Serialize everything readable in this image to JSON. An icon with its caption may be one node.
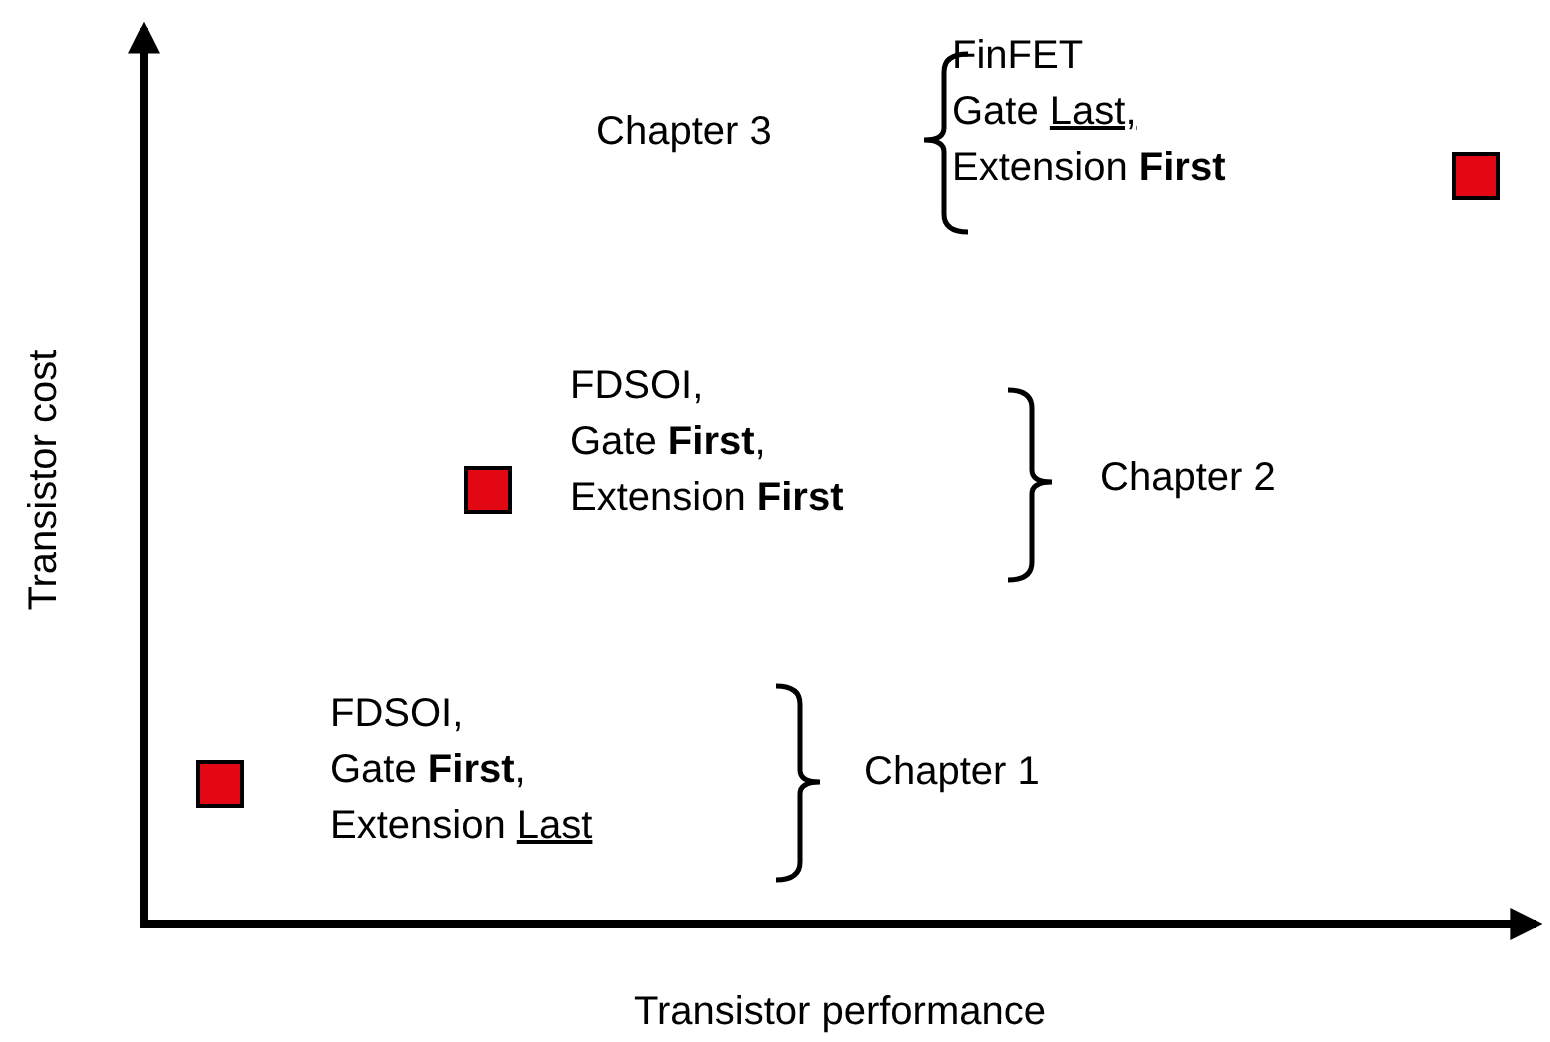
{
  "diagram": {
    "nodes": [
      {
        "text": [],
        "shape": "box"
      },
      {
        "text": [],
        "shape": "box"
      },
      {
        "text": [],
        "shape": "box"
      }
    ],
    "labels": [
      "Chapter 3",
      "FinFET Gate Last, Extension **First**",
      "FDSOI, Gate **First**, Extension **First**",
      "Chapter 2",
      "FDSOI, Gate **First**, Extension Last",
      "Chapter 1",
      "Transistor cost",
      "Transistor performance"
    ]
  }
}
